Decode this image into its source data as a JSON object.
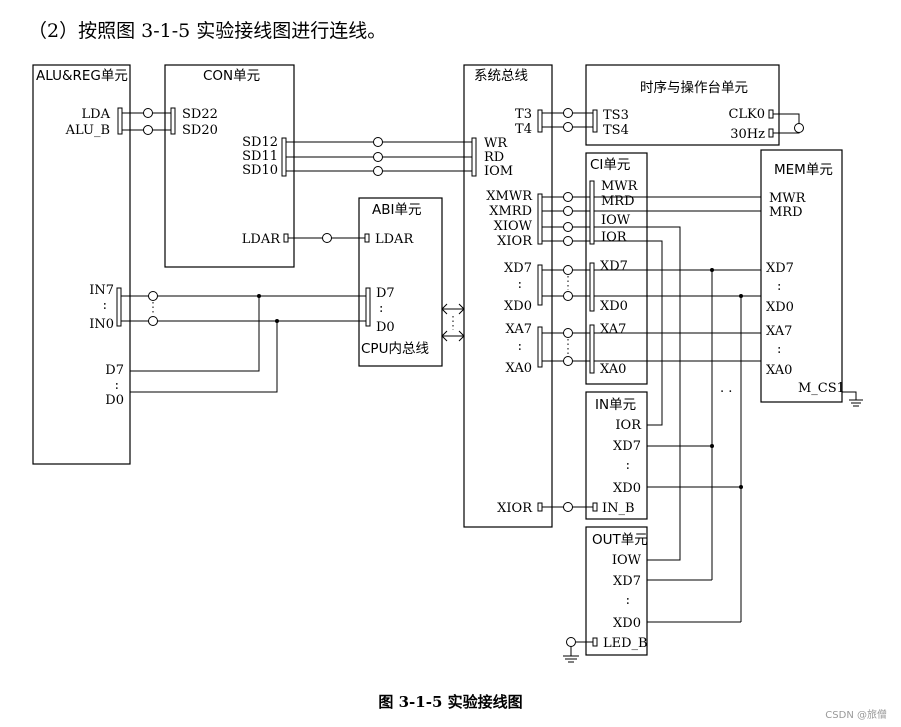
{
  "heading": "（2）按照图 3-1-5 实验接线图进行连线。",
  "caption": "图 3-1-5 实验接线图",
  "watermark": "CSDN @旅僧",
  "units": {
    "alu": {
      "title": "ALU&REG单元",
      "lda": "LDA",
      "alu_b": "ALU_B",
      "in_hi": "IN7",
      "in_lo": "IN0",
      "d_hi": "D7",
      "d_lo": "D0"
    },
    "con": {
      "title": "CON单元",
      "sd22": "SD22",
      "sd20": "SD20",
      "sd12": "SD12",
      "sd11": "SD11",
      "sd10": "SD10",
      "ldar": "LDAR"
    },
    "abi": {
      "title": "ABI单元",
      "ldar": "LDAR",
      "d_hi": "D7",
      "d_lo": "D0",
      "bus": "CPU内总线"
    },
    "sysbus": {
      "title": "系统总线",
      "t3": "T3",
      "t4": "T4",
      "wr": "WR",
      "rd": "RD",
      "iom": "IOM",
      "xmwr": "XMWR",
      "xmrd": "XMRD",
      "xiow": "XIOW",
      "xior": "XIOR",
      "xd_hi": "XD7",
      "xd_lo": "XD0",
      "xa_hi": "XA7",
      "xa_lo": "XA0",
      "xior2": "XIOR"
    },
    "timing": {
      "title": "时序与操作台单元",
      "ts3": "TS3",
      "ts4": "TS4",
      "clk0": "CLK0",
      "hz": "30Hz"
    },
    "ci": {
      "title": "CI单元",
      "mwr": "MWR",
      "mrd": "MRD",
      "iow": "IOW",
      "ior": "IOR",
      "xd_hi": "XD7",
      "xd_lo": "XD0",
      "xa_hi": "XA7",
      "xa_lo": "XA0"
    },
    "mem": {
      "title": "MEM单元",
      "mwr": "MWR",
      "mrd": "MRD",
      "xd_hi": "XD7",
      "xd_lo": "XD0",
      "xa_hi": "XA7",
      "xa_lo": "XA0",
      "mcs": "M_CS1"
    },
    "in": {
      "title": "IN单元",
      "ior": "IOR",
      "d_hi": "XD7",
      "d_lo": "XD0",
      "in_b": "IN_B"
    },
    "out": {
      "title": "OUT单元",
      "iow": "IOW",
      "d_hi": "XD7",
      "d_lo": "XD0",
      "led_b": "LED_B"
    }
  }
}
